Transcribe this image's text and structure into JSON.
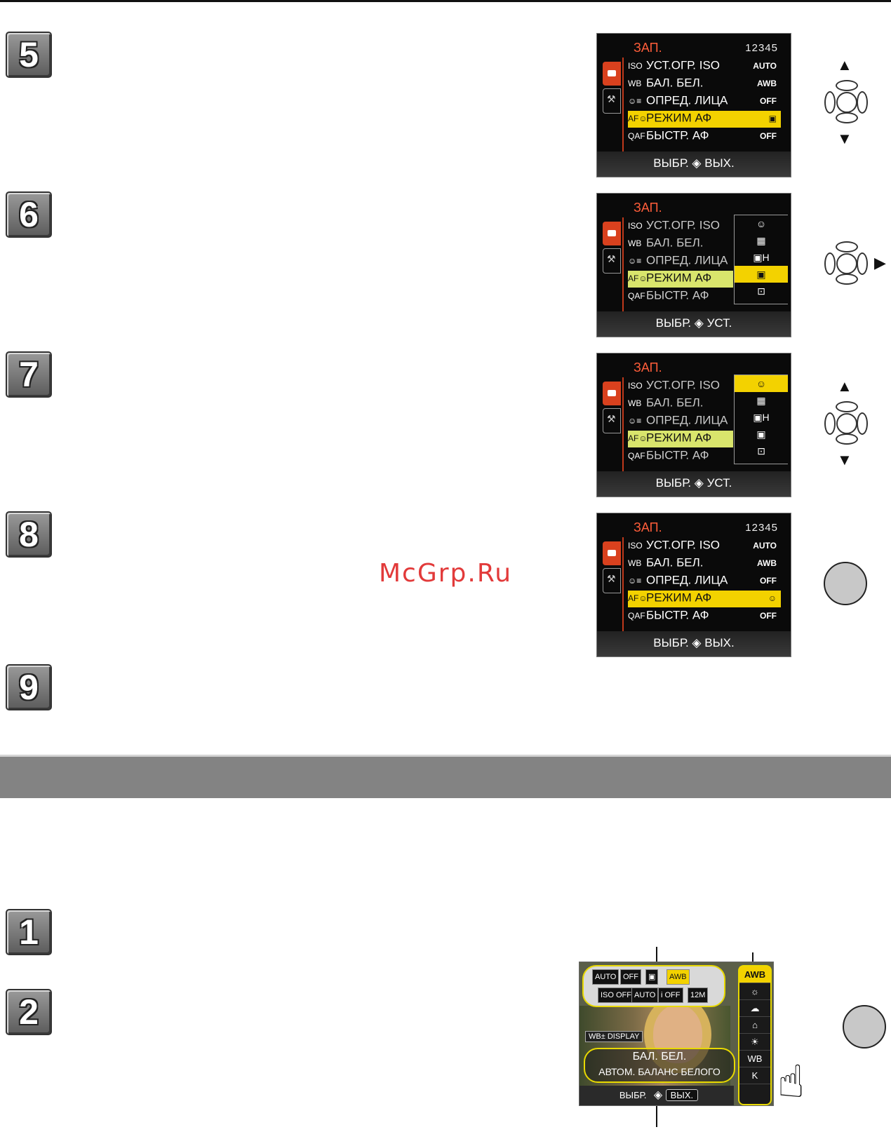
{
  "steps_top": [
    "5",
    "6",
    "7",
    "8",
    "9"
  ],
  "steps_bottom": [
    "1",
    "2"
  ],
  "watermark": "McGrp.Ru",
  "menu": {
    "header": "ЗАП.",
    "pages": "12345",
    "rows": [
      {
        "icon": "ISO",
        "label": "УСТ.ОГР. ISO",
        "value": "AUTO"
      },
      {
        "icon": "WB",
        "label": "БАЛ. БЕЛ.",
        "value": "AWB"
      },
      {
        "icon": "☺≡",
        "label": "ОПРЕД. ЛИЦА",
        "value": "OFF"
      },
      {
        "icon": "AF☺",
        "label": "РЕЖИМ АФ",
        "value": "▣"
      },
      {
        "icon": "QAF",
        "label": "БЫСТР. АФ",
        "value": "OFF"
      }
    ],
    "foot_exit": "ВЫБР.",
    "foot_exit_right": "ВЫХ.",
    "foot_set_right": "УСТ.",
    "screen8_af_value": "☺",
    "submenu": [
      "☺",
      "▦",
      "▣H",
      "▣",
      "⊡"
    ]
  },
  "quick": {
    "top_chips": [
      "AUTO",
      "OFF",
      "▣",
      "AWB"
    ],
    "bottom_chips": [
      "ISO OFF",
      "AUTO",
      "i OFF",
      "12M"
    ],
    "side": [
      "AWB",
      "☼",
      "☁",
      "⌂",
      "☀",
      "WB",
      "K"
    ],
    "wb_display": "WB± DISPLAY",
    "info_title": "БАЛ. БЕЛ.",
    "info_desc": "АВТОМ. БАЛАНС БЕЛОГО",
    "foot": "ВЫБР.",
    "foot_btn": "ВЫХ."
  }
}
